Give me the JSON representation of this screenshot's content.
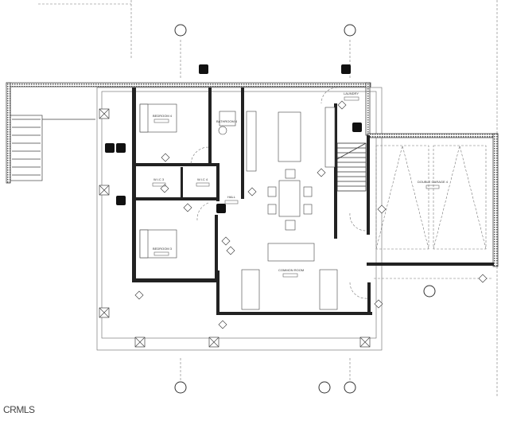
{
  "rooms": {
    "bedroom4": "BEDROOM 4",
    "bathroom4": "BATHROOM 4",
    "laundry": "LAUNDRY",
    "wic3": "W.I.C 3",
    "wic4": "W.I.C 4",
    "hall": "HALL",
    "bedroom3": "BEDROOM 3",
    "common_room": "COMMON ROOM",
    "double_garage": "DOUBLE GARAGE 4"
  },
  "watermark": "CRMLS",
  "colors": {
    "wall": "#222222",
    "line": "#666666",
    "background": "#ffffff"
  }
}
